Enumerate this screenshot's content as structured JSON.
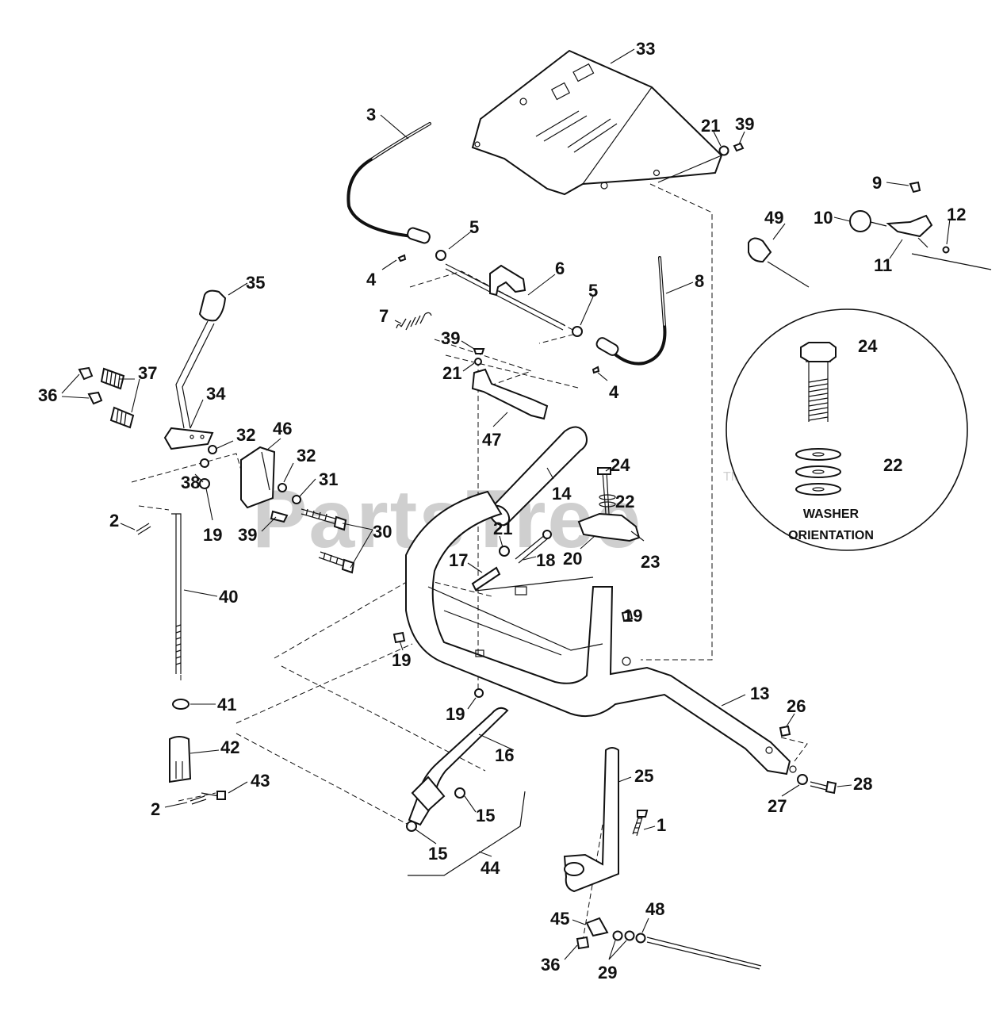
{
  "watermark": {
    "text": "PartsTree",
    "mark": "TM"
  },
  "inset": {
    "caption_line1": "WASHER",
    "caption_line2": "ORIENTATION",
    "bolt_label": "24",
    "washer_label": "22"
  },
  "callouts": {
    "c33": "33",
    "c3": "3",
    "c21a": "21",
    "c39a": "39",
    "c9": "9",
    "c49": "49",
    "c10": "10",
    "c12": "12",
    "c11": "11",
    "c5a": "5",
    "c4a": "4",
    "c6": "6",
    "c8": "8",
    "c5b": "5",
    "c35": "35",
    "c7": "7",
    "c39b": "39",
    "c21b": "21",
    "c4b": "4",
    "c37": "37",
    "c36a": "36",
    "c34": "34",
    "c47": "47",
    "c46": "46",
    "c32a": "32",
    "c32b": "32",
    "c38": "38",
    "c31": "31",
    "c24": "24",
    "c22": "22",
    "c14": "14",
    "c2a": "2",
    "c19a": "19",
    "c39c": "39",
    "c30": "30",
    "c21c": "21",
    "c20": "20",
    "c23": "23",
    "c17": "17",
    "c18": "18",
    "c40": "40",
    "c19b": "19",
    "c19c": "19",
    "c41": "41",
    "c19d": "19",
    "c13": "13",
    "c26": "26",
    "c42": "42",
    "c16": "16",
    "c43": "43",
    "c25": "25",
    "c28": "28",
    "c2b": "2",
    "c15a": "15",
    "c27": "27",
    "c1": "1",
    "c15b": "15",
    "c44": "44",
    "c45": "45",
    "c48": "48",
    "c36b": "36",
    "c29": "29"
  }
}
